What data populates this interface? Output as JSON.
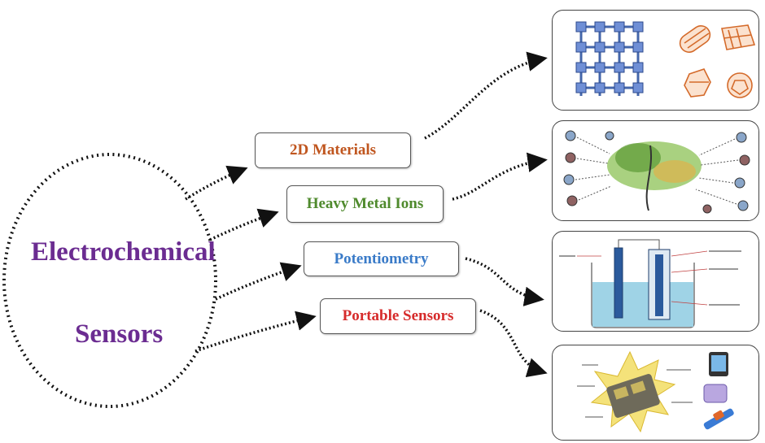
{
  "hub": {
    "line1": "Electrochemical",
    "line2": "Sensors"
  },
  "topics": [
    {
      "label": "2D Materials",
      "color": "#c0561f"
    },
    {
      "label": "Heavy Metal Ions",
      "color": "#4f8a2d"
    },
    {
      "label": "Potentiometry",
      "color": "#3a7bc8"
    },
    {
      "label": "Portable Sensors",
      "color": "#d62b2b"
    }
  ],
  "panels": [
    {
      "illustration": "2d-materials-structures"
    },
    {
      "illustration": "heavy-metal-ion-adsorption"
    },
    {
      "illustration": "potentiometric-cell-beaker"
    },
    {
      "illustration": "portable-sensor-devices"
    }
  ],
  "colors": {
    "hub_text": "#6b2c91",
    "arrow": "#111111"
  }
}
